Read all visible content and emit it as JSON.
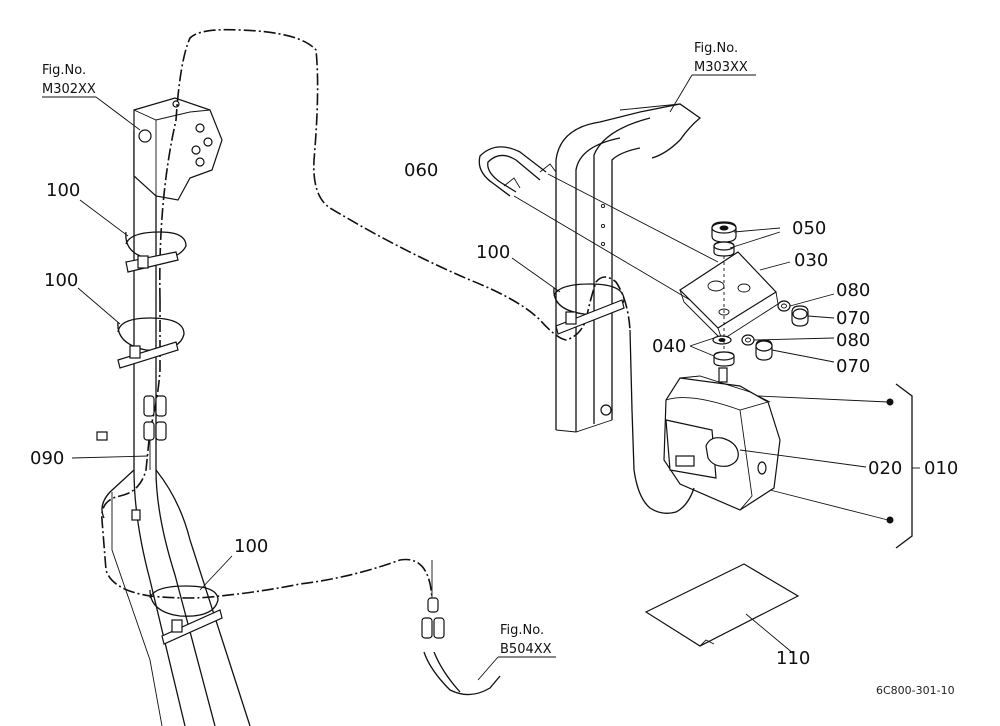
{
  "figure_refs": {
    "m302": {
      "line1": "Fig.No.",
      "line2": "M302XX"
    },
    "m303": {
      "line1": "Fig.No.",
      "line2": "M303XX"
    },
    "b504": {
      "line1": "Fig.No.",
      "line2": "B504XX"
    }
  },
  "part_numbers": {
    "p010": "010",
    "p020": "020",
    "p030": "030",
    "p040": "040",
    "p050": "050",
    "p060": "060",
    "p070a": "070",
    "p070b": "070",
    "p080a": "080",
    "p080b": "080",
    "p090": "090",
    "p100a": "100",
    "p100b": "100",
    "p100c": "100",
    "p100d": "100",
    "p110": "110"
  },
  "drawing_code": "6C800-301-10"
}
